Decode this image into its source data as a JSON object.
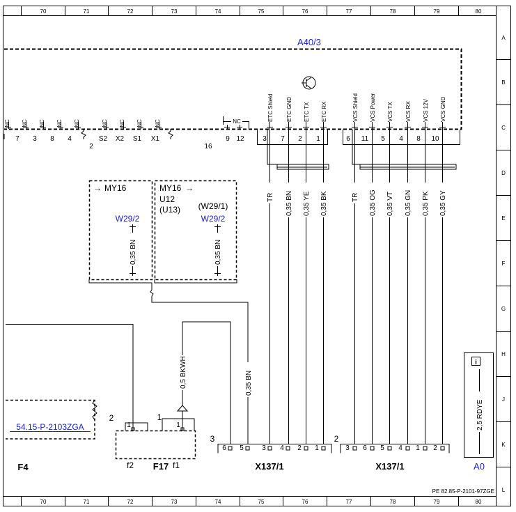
{
  "frame": {
    "columns": [
      "70",
      "71",
      "72",
      "73",
      "74",
      "75",
      "76",
      "77",
      "78",
      "79",
      "80"
    ],
    "rows": [
      "A",
      "B",
      "C",
      "D",
      "E",
      "F",
      "G",
      "H",
      "J",
      "K",
      "L"
    ]
  },
  "module": {
    "name": "A40/3",
    "nc_label": "NC",
    "left_pins": [
      "7",
      "3",
      "8",
      "4"
    ],
    "left_group_count": "2",
    "s_pins": [
      "S2",
      "X2",
      "S1",
      "X1"
    ],
    "right_group_count": "16",
    "bracket_pins": [
      "9",
      "12"
    ],
    "etc_pins": [
      {
        "pin": "3",
        "signal": "ETC Shield"
      },
      {
        "pin": "7",
        "signal": "ETC GND"
      },
      {
        "pin": "2",
        "signal": "ETC TX"
      },
      {
        "pin": "1",
        "signal": "ETC RX"
      }
    ],
    "vcs_pins": [
      {
        "pin": "6",
        "signal": "VCS Shield"
      },
      {
        "pin": "11",
        "signal": "VCS Power"
      },
      {
        "pin": "5",
        "signal": "VCS TX"
      },
      {
        "pin": "4",
        "signal": "VCS RX"
      },
      {
        "pin": "8",
        "signal": "VCS 12V"
      },
      {
        "pin": "10",
        "signal": "VCS GND"
      }
    ]
  },
  "wires": {
    "etc": [
      "TR",
      "0,35 BN",
      "0,35 YE",
      "0,35 BK"
    ],
    "vcs": [
      "TR",
      "0,35 OG",
      "0,35 VT",
      "0,35 GN",
      "0,35 PK",
      "0,35 GY"
    ],
    "bkwh": "0,5 BKWH",
    "bn_main": "0,35 BN",
    "w_left": "0,35 BN",
    "w_right": "0,35 BN"
  },
  "variants": {
    "left": {
      "arrow": "→",
      "label": "MY16",
      "ref": "W29/2"
    },
    "right": {
      "label": "MY16",
      "arrow": "→",
      "line1": "U12",
      "line2": "(U13)",
      "alt_ref": "(W29/1)",
      "ref": "W29/2"
    }
  },
  "components": {
    "f4": "F4",
    "reference": "54.15-P-2103ZGA",
    "f2": "f2",
    "f17": "F17",
    "f1": "f1",
    "f2_pin": "1",
    "f2_count": "2",
    "f1_pin": "1",
    "f1_count": "1",
    "x137_left": {
      "name": "X137/1",
      "count": "3",
      "pins": [
        "6",
        "5",
        "3",
        "4",
        "2",
        "1"
      ]
    },
    "x137_right": {
      "name": "X137/1",
      "count": "2",
      "pins": [
        "3",
        "6",
        "5",
        "4",
        "1",
        "2"
      ]
    },
    "a0": {
      "name": "A0",
      "wire": "2,5 RDYE",
      "info": "i"
    }
  },
  "footer": "PE 82.85-P-2101-97ZGE"
}
